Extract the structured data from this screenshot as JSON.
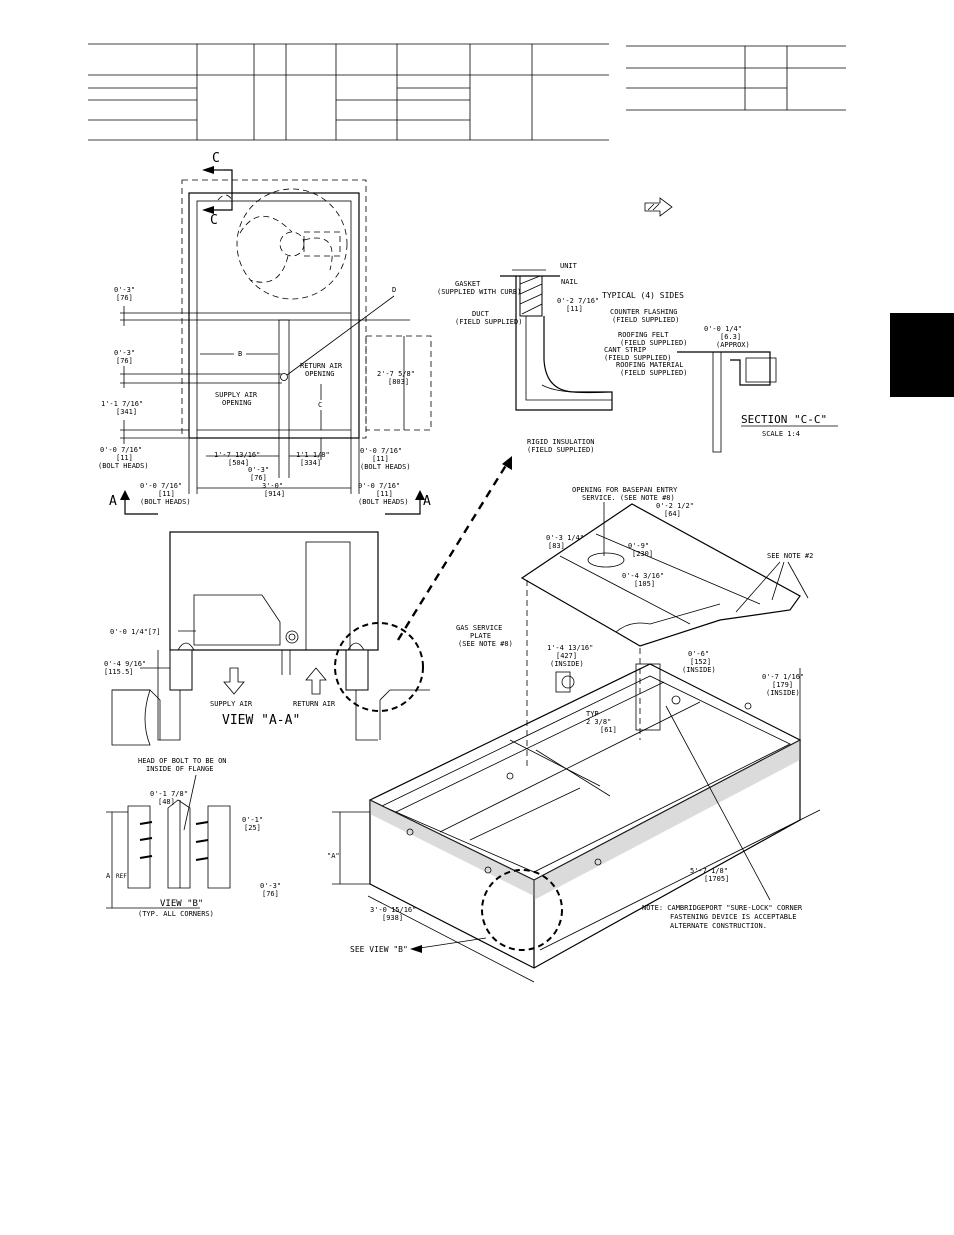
{
  "labels": {
    "section_c_top": "C",
    "section_c_bottom": "C",
    "view_a_left": "A",
    "view_a_right": "A",
    "label_d": "D",
    "label_b": "B",
    "label_c": "C",
    "return_air_opening_1": "RETURN AIR",
    "return_air_opening_2": "OPENING",
    "supply_air_opening_1": "SUPPLY AIR",
    "supply_air_opening_2": "OPENING",
    "view_aa_title": "VIEW \"A-A\"",
    "supply_air": "SUPPLY AIR",
    "return_air": "RETURN AIR",
    "view_b_title": "VIEW \"B\"",
    "view_b_sub": "(TYP. ALL CORNERS)",
    "head_of_bolt_1": "HEAD OF BOLT TO BE ON",
    "head_of_bolt_2": "INSIDE OF FLANGE",
    "a_ref": "A",
    "ref": "REF",
    "see_view_b": "SEE VIEW \"B\"",
    "section_cc": "SECTION \"C-C\"",
    "scale": "SCALE 1:4",
    "unit": "UNIT",
    "nail": "NAIL",
    "gasket_1": "GASKET",
    "gasket_2": "(SUPPLIED WITH CURB)",
    "typical_sides": "TYPICAL (4) SIDES",
    "duct_1": "DUCT",
    "duct_2": "(FIELD SUPPLIED)",
    "counter_flashing_1": "COUNTER FLASHING",
    "counter_flashing_2": "(FIELD SUPPLIED)",
    "roofing_felt_1": "ROOFING FELT",
    "roofing_felt_2": "(FIELD SUPPLIED)",
    "cant_strip_1": "CANT STRIP",
    "cant_strip_2": "(FIELD SUPPLIED)",
    "roofing_material_1": "ROOFING MATERIAL",
    "roofing_material_2": "(FIELD SUPPLIED)",
    "rigid_insulation_1": "RIGID INSULATION",
    "rigid_insulation_2": "(FIELD SUPPLIED)",
    "opening_basepan_1": "OPENING FOR BASEPAN ENTRY",
    "opening_basepan_2": "SERVICE. (SEE NOTE #8)",
    "see_note_2": "SEE NOTE #2",
    "gas_service_1": "GAS SERVICE",
    "gas_service_2": "PLATE",
    "gas_service_3": "(SEE NOTE #8)",
    "inside": "(INSIDE)",
    "typ": "TYP",
    "note_1": "NOTE: CAMBRIDGEPORT \"SURE-LOCK\" CORNER",
    "note_2": "FASTENING DEVICE IS ACCEPTABLE",
    "note_3": "ALTERNATE CONSTRUCTION.",
    "a_quoted": "\"A\"",
    "bolt_heads": "(BOLT HEADS)",
    "approx": "(APPROX)"
  },
  "dimensions": {
    "d_0_3_a": "0'-3\"",
    "d_76_a": "[76]",
    "d_0_3_b": "0'-3\"",
    "d_76_b": "[76]",
    "d_1_1_7_16": "1'-1 7/16\"",
    "d_341": "[341]",
    "d_0_0_7_16_a": "0'-0 7/16\"",
    "d_11_a": "[11]",
    "d_1_7_13_16": "1'-7 13/16\"",
    "d_504": "[504]",
    "d_1_1_1_8": "1'1 1/8\"",
    "d_334": "[334]",
    "d_0_3_c": "0'-3\"",
    "d_76_c": "[76]",
    "d_0_0_7_16_b": "0'-0 7/16\"",
    "d_11_b": "[11]",
    "d_0_0_7_16_c": "0'-0 7/16\"",
    "d_11_c": "[11]",
    "d_0_0_7_16_d": "0'-0 7/16\"",
    "d_11_d": "[11]",
    "d_3_0": "3'-0\"",
    "d_914": "[914]",
    "d_2_7_5_8": "2'-7 5/8\"",
    "d_803": "[803]",
    "d_0_0_1_4_7": "0'-0 1/4\"[7]",
    "d_0_4_9_16": "0'-4 9/16\"",
    "d_115_5": "[115.5]",
    "d_0_1_7_8": "0'-1 7/8\"",
    "d_48": "[48]",
    "d_0_1": "0'-1\"",
    "d_25": "[25]",
    "d_0_3_d": "0'-3\"",
    "d_76_d": "[76]",
    "d_0_2_7_16": "0'-2 7/16\"",
    "d_11_e": "[11]",
    "d_0_0_1_4_b": "0'-0 1/4\"",
    "d_6_3": "[6.3]",
    "d_0_2_1_2": "0'-2 1/2\"",
    "d_64": "[64]",
    "d_0_3_1_4": "0'-3 1/4\"",
    "d_83": "[83]",
    "d_0_9": "0'-9\"",
    "d_230": "[230]",
    "d_0_4_3_16": "0'-4 3/16\"",
    "d_105": "[105]",
    "d_1_4_13_16": "1'-4 13/16\"",
    "d_427": "[427]",
    "d_0_6": "0'-6\"",
    "d_152": "[152]",
    "d_0_7_1_16": "0'-7 1/16\"",
    "d_179": "[179]",
    "d_2_3_8": "2 3/8\"",
    "d_61": "[61]",
    "d_5_7_1_8": "5'-7 1/8\"",
    "d_1705": "[1705]",
    "d_3_0_15_16": "3'-0 15/16\"",
    "d_938": "[938]"
  }
}
